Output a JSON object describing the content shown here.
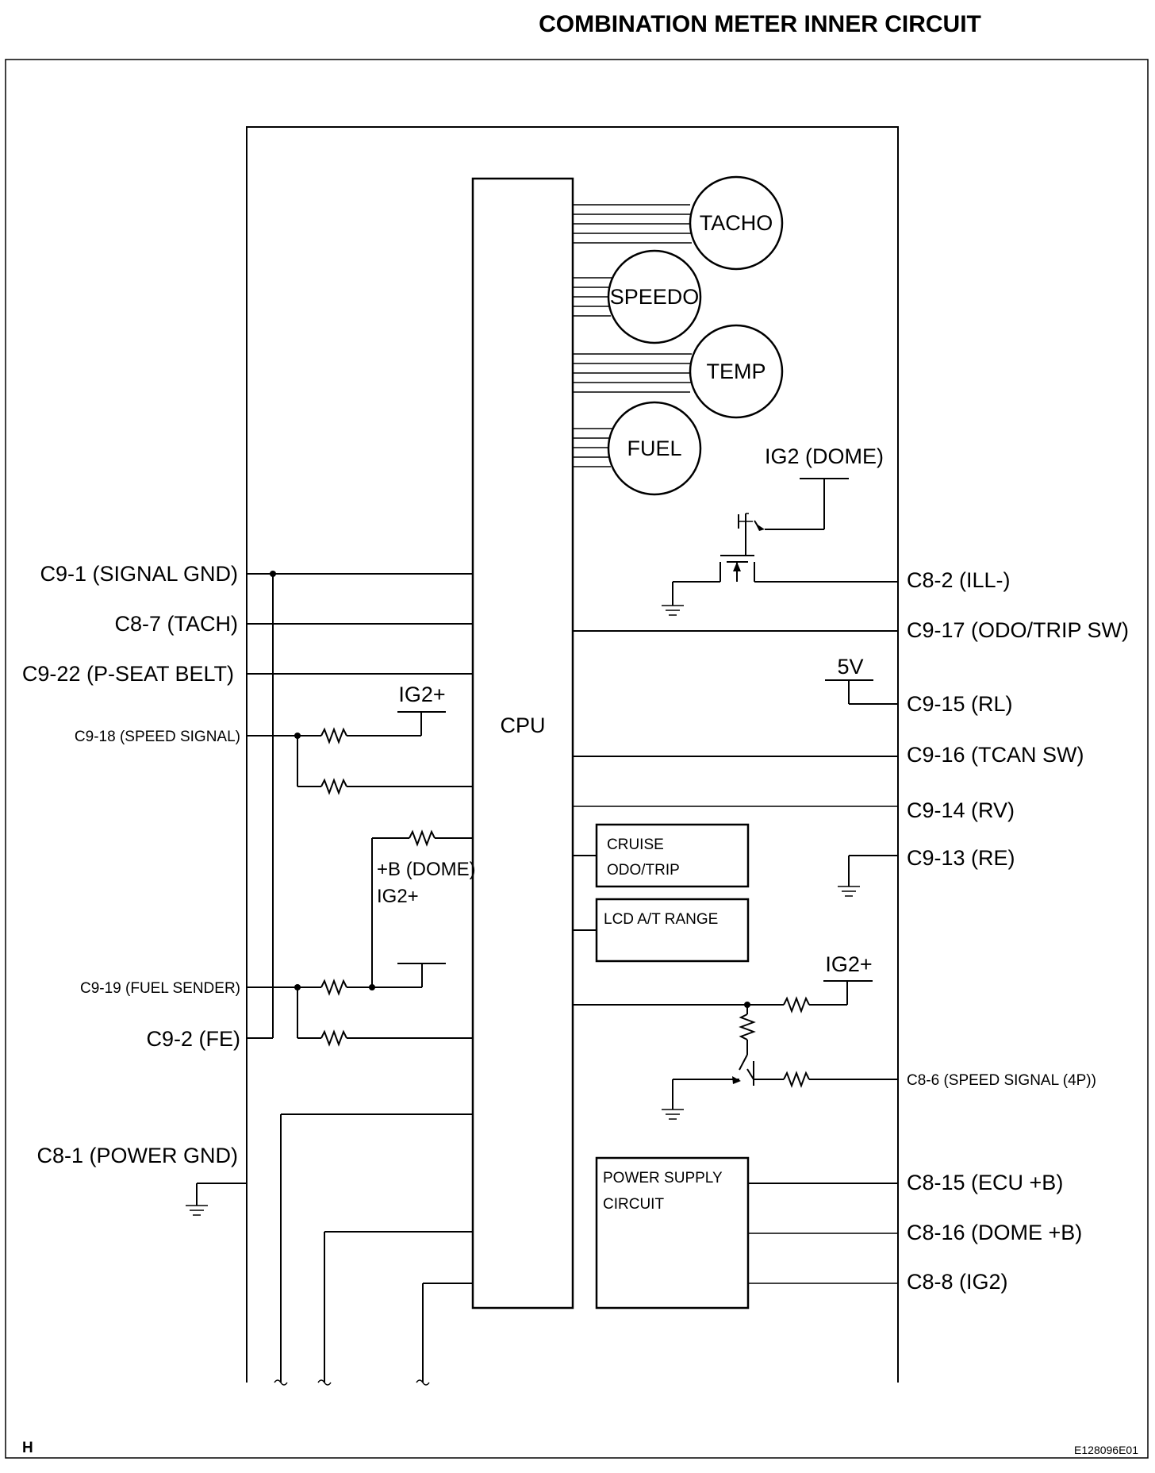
{
  "title": "COMBINATION METER INNER CIRCUIT",
  "cpu_label": "CPU",
  "gauges": {
    "tacho": "TACHO",
    "speedo": "SPEEDO",
    "temp": "TEMP",
    "fuel": "FUEL"
  },
  "left_terminals": {
    "c9_1": "C9-1 (SIGNAL GND)",
    "c8_7": "C8-7 (TACH)",
    "c9_22": "C9-22 (P-SEAT BELT)",
    "c9_18": "C9-18 (SPEED SIGNAL)",
    "c9_19": "C9-19 (FUEL SENDER)",
    "c9_2": "C9-2 (FE)",
    "c8_1": "C8-1 (POWER GND)"
  },
  "right_terminals": {
    "c8_2": "C8-2 (ILL-)",
    "c9_17": "C9-17 (ODO/TRIP SW)",
    "c9_15": "C9-15 (RL)",
    "c9_16": "C9-16 (TCAN SW)",
    "c9_14": "C9-14 (RV)",
    "c9_13": "C9-13 (RE)",
    "c8_6": "C8-6 (SPEED SIGNAL (4P))",
    "c8_15": "C8-15 (ECU +B)",
    "c8_16": "C8-16 (DOME +B)",
    "c8_8": "C8-8 (IG2)"
  },
  "supply_labels": {
    "ig2_dome": "IG2 (DOME)",
    "v5": "5V",
    "ig2_plus_left": "IG2+",
    "ig2_plus_right": "IG2+",
    "b_dome": "+B (DOME)",
    "ig2_plus_fuel": "IG2+"
  },
  "blocks": {
    "cruise_line1": "CRUISE",
    "cruise_line2": "ODO/TRIP",
    "lcd": "LCD A/T RANGE",
    "power_line1": "POWER SUPPLY",
    "power_line2": "CIRCUIT"
  },
  "corner_left": "H",
  "figure_id": "E128096E01"
}
